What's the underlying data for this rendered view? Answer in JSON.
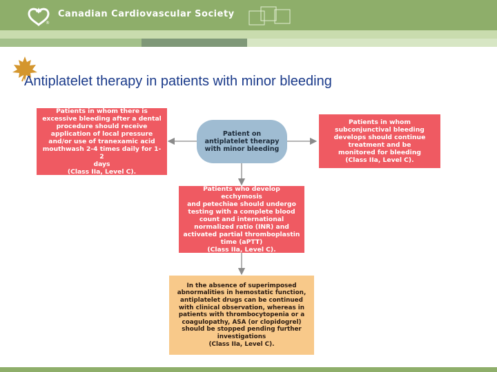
{
  "header": {
    "org_name": "Canadian Cardiovascular Society",
    "registered_mark": "®",
    "brand_color": "#8eae6a",
    "logo_icon": "heart-leaf-logo-icon"
  },
  "slide": {
    "title": "Antiplatelet therapy in patients with minor bleeding",
    "title_color": "#1a3a8a",
    "bullet_icon": "maple-leaf-icon"
  },
  "flowchart": {
    "center": "Patient on\nantiplatelet therapy\nwith minor bleeding",
    "left": "Patients in whom there is\nexcessive bleeding after a dental\nprocedure should receive\napplication of local pressure\nand/or use of tranexamic acid\nmouthwash 2-4 times daily for 1-2\ndays\n(Class IIa, Level C).",
    "right": "Patients in whom\nsubconjunctival bleeding\ndevelops should continue\ntreatment and be\nmonitored for bleeding\n(Class IIa, Level C).",
    "middle": "Patients who develop ecchymosis\nand petechiae should undergo\ntesting with a complete blood\ncount and international\nnormalized ratio (INR) and\nactivated partial thromboplastin\ntime (aPTT)\n(Class IIa, Level C).",
    "bottom": "In the absence of superimposed\nabnormalities in hemostatic function,\nantiplatelet drugs can be continued\nwith clinical observation, whereas in\npatients with thrombocytopenia or a\ncoagulopathy, ASA (or clopidogrel)\nshould be stopped pending further\ninvestigations\n(Class IIa, Level C).",
    "colors": {
      "recommendation": "#ef5a62",
      "patient": "#9fbcd2",
      "outcome": "#f8c98a",
      "arrow": "#8a8a8a"
    }
  }
}
